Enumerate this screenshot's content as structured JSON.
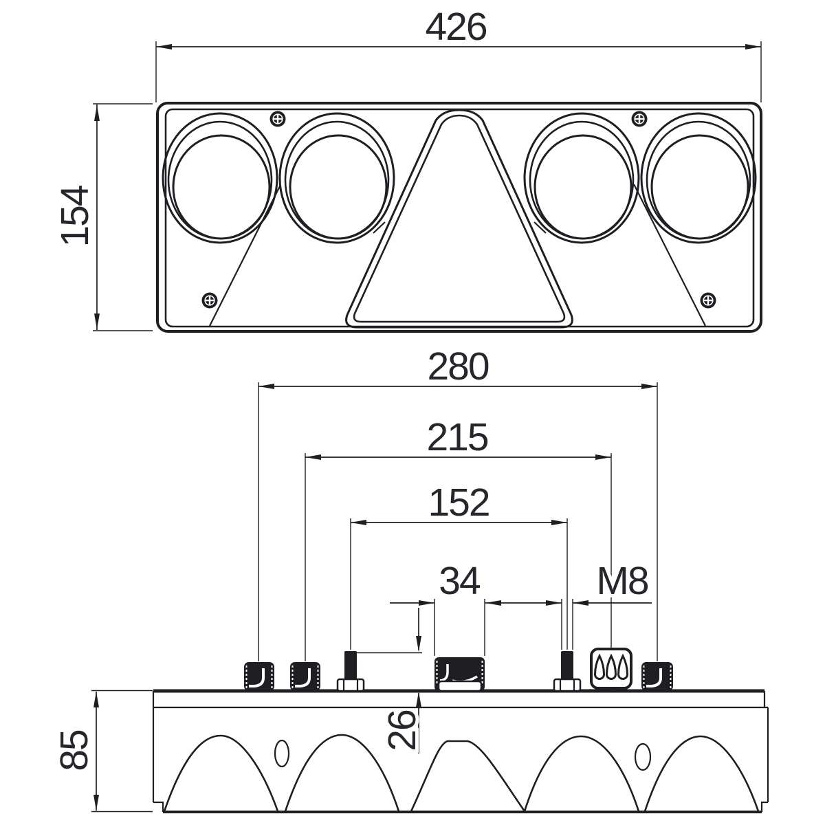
{
  "drawing_labels": {
    "front_view": {
      "overall_width_mm": "426",
      "overall_height_mm": "154"
    },
    "bottom_view": {
      "mounting_width_outer_mm": "280",
      "mounting_width_mid_mm": "215",
      "mounting_width_inner_mm": "152",
      "connector_block_width_mm": "34",
      "stud_thread": "M8",
      "stud_protrusion_mm": "26",
      "body_depth_mm": "85"
    }
  },
  "style": {
    "line_color": "#1e1e23",
    "text_color": "#26262c",
    "background": "#ffffff"
  }
}
